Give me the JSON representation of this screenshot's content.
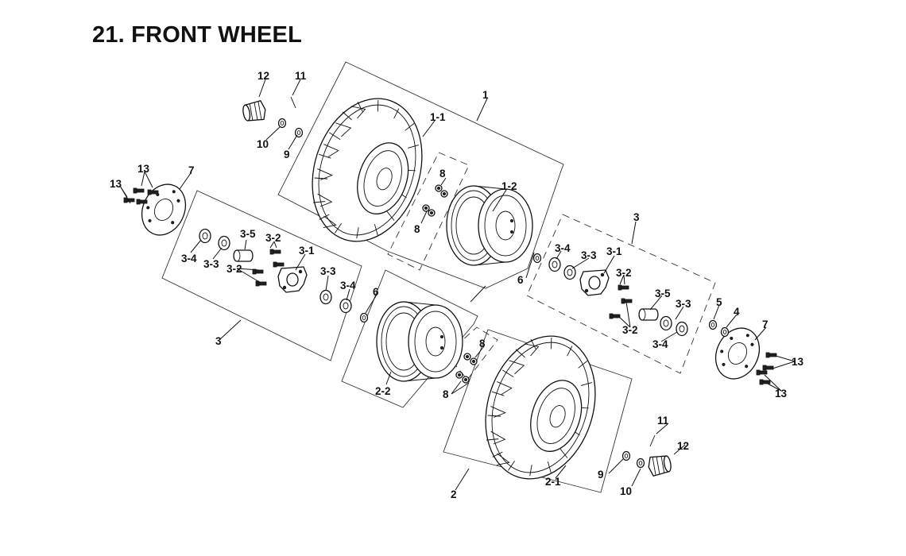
{
  "title": "21. FRONT WHEEL",
  "callouts": {
    "c1": "1",
    "c1_1": "1-1",
    "c1_2": "1-2",
    "c2": "2",
    "c2_1": "2-1",
    "c2_2": "2-2",
    "c3_left": "3",
    "c3_right": "3",
    "c3_1_left": "3-1",
    "c3_1_right": "3-1",
    "c3_2_left_a": "3-2",
    "c3_2_left_b": "3-2",
    "c3_2_right_a": "3-2",
    "c3_2_right_b": "3-2",
    "c3_3_left_a": "3-3",
    "c3_3_left_b": "3-3",
    "c3_3_right_a": "3-3",
    "c3_3_right_b": "3-3",
    "c3_4_left_a": "3-4",
    "c3_4_left_b": "3-4",
    "c3_4_right_a": "3-4",
    "c3_4_right_b": "3-4",
    "c3_5_left": "3-5",
    "c3_5_right": "3-5",
    "c4": "4",
    "c5": "5",
    "c6_left": "6",
    "c6_mid": "6",
    "c7_left": "7",
    "c7_right": "7",
    "c8_a": "8",
    "c8_b": "8",
    "c8_c": "8",
    "c8_d": "8",
    "c9_top": "9",
    "c9_bottom": "9",
    "c10_top": "10",
    "c10_bottom": "10",
    "c11_top": "11",
    "c11_bottom": "11",
    "c12_top": "12",
    "c12_bottom": "12",
    "c13_tl_a": "13",
    "c13_tl_b": "13",
    "c13_br_a": "13",
    "c13_br_b": "13"
  }
}
